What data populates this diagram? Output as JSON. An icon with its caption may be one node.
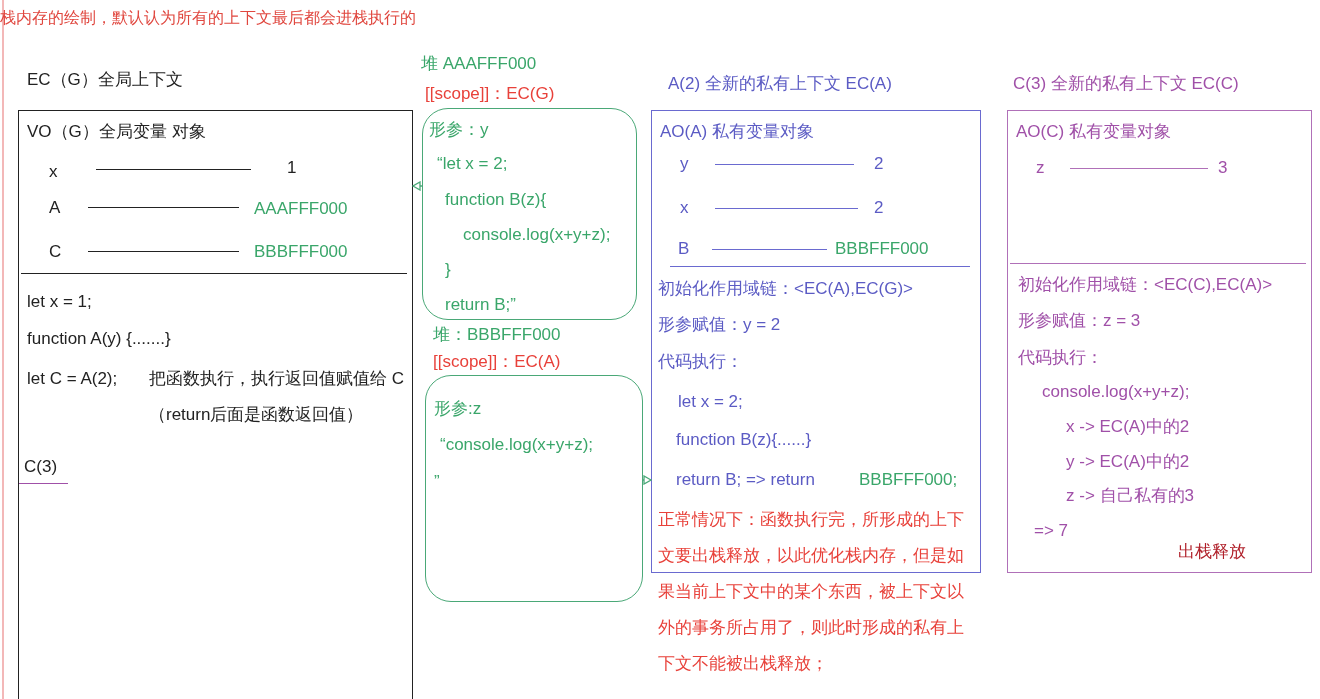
{
  "diagram": {
    "title": "栈内存的绘制，默认认为所有的上下文最后都会进栈执行的",
    "nodes": [
      {
        "text": [
          "EC（G）全局上下文",
          "VO（G）全局变量 对象",
          "x",
          "1",
          "A",
          "AAAFFF000",
          "C",
          "BBBFFF000",
          "let x = 1;",
          "function A(y) {.......}",
          "let C = A(2);",
          "把函数执行，执行返回值赋值给 C（return后面是函数返回值）",
          "C(3)"
        ]
      },
      {
        "text": [
          "堆  AAAFFF000",
          "[[scope]]：EC(G)",
          "形参：y",
          "“let x = 2;",
          "function B(z){",
          "console.log(x+y+z);",
          "}",
          "return B;”"
        ]
      },
      {
        "text": [
          "堆：BBBFFF000",
          "[[scope]]：EC(A)",
          "形参:z",
          "“console.log(x+y+z);",
          "”"
        ]
      },
      {
        "text": [
          "A(2)   全新的私有上下文 EC(A)",
          "AO(A) 私有变量对象",
          "y",
          "2",
          "x",
          "2",
          "B",
          "BBBFFF000",
          "初始化作用域链：<EC(A),EC(G)>",
          "形参赋值：y = 2",
          "代码执行：",
          "let x = 2;",
          "function B(z){......}",
          "return  B;  => return",
          "BBBFFF000;"
        ],
        "beside": [
          "正常情况下：函数执行完，所形成的上下文要出栈释放，以此优化栈内存，但是如果当前上下文中的某个东西，被上下文以外的事务所占用了，则此时形成的私有上下文不能被出栈释放；"
        ]
      },
      {
        "text": [
          "C(3) 全新的私有上下文 EC(C)",
          "AO(C)  私有变量对象",
          "z",
          "3",
          "初始化作用域链：<EC(C),EC(A)>",
          "形参赋值：z = 3",
          "代码执行：",
          "console.log(x+y+z);",
          "x -> EC(A)中的2",
          "y -> EC(A)中的2",
          "z -> 自己私有的3",
          "=> 7",
          "出栈释放"
        ]
      }
    ],
    "edges": [
      {
        "from": 1,
        "to": 0,
        "arrow": "to"
      },
      {
        "from": 2,
        "to": 3,
        "arrow": "to"
      }
    ]
  }
}
